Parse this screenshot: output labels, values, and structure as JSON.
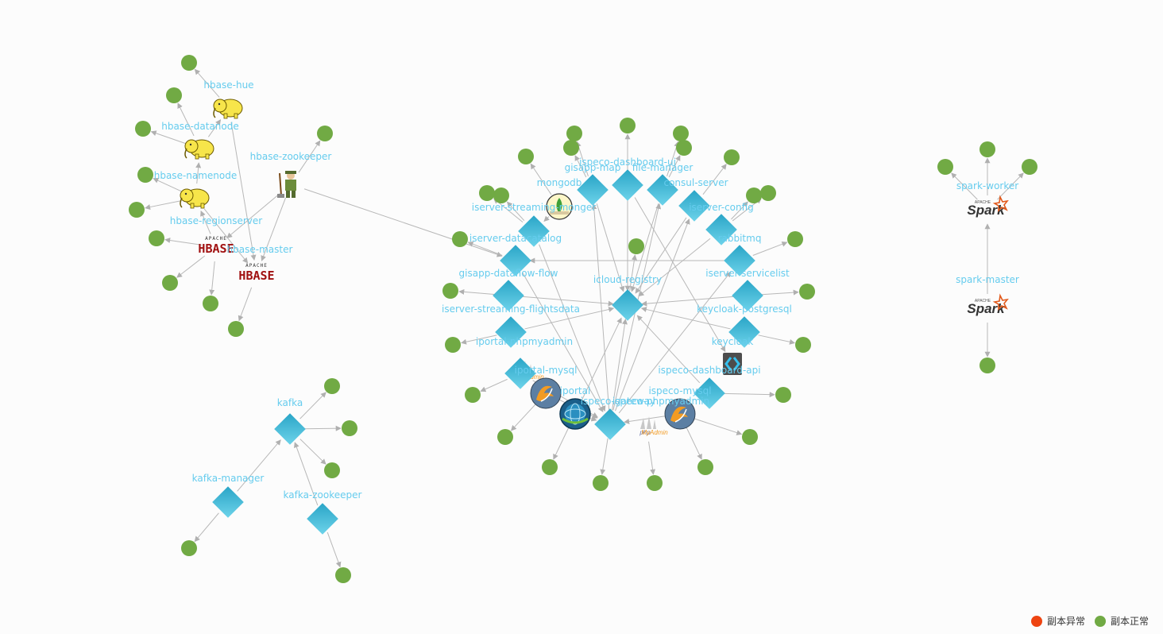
{
  "legend": {
    "abnormal_label": "副本异常",
    "normal_label": "副本正常",
    "abnormal_color": "#ee4411",
    "normal_color": "#71aa44"
  },
  "colors": {
    "diamond_from": "#2aa5c7",
    "diamond_to": "#6dd3ea",
    "replica": "#71aa44",
    "edge": "#b8b8b8",
    "label": "#66ccee"
  },
  "services": [
    {
      "id": "hbase-hue",
      "label": "hbase-hue",
      "icon": "hadoop-elephant-icon"
    },
    {
      "id": "hbase-datanode",
      "label": "hbase-datanode",
      "icon": "hadoop-elephant-icon"
    },
    {
      "id": "hbase-namenode",
      "label": "hbase-namenode",
      "icon": "hadoop-elephant-icon"
    },
    {
      "id": "hbase-zookeeper",
      "label": "hbase-zookeeper",
      "icon": "zookeeper-keeper-icon"
    },
    {
      "id": "hbase-regionserver",
      "label": "hbase-regionserver",
      "icon": "hbase-logo-icon"
    },
    {
      "id": "hbase-master",
      "label": "hbase-master",
      "icon": "hbase-logo-icon"
    },
    {
      "id": "kafka",
      "label": "kafka",
      "icon": "diamond"
    },
    {
      "id": "kafka-manager",
      "label": "kafka-manager",
      "icon": "diamond"
    },
    {
      "id": "kafka-zookeeper",
      "label": "kafka-zookeeper",
      "icon": "diamond"
    },
    {
      "id": "spark-worker",
      "label": "spark-worker",
      "icon": "spark-logo-icon"
    },
    {
      "id": "spark-master",
      "label": "spark-master",
      "icon": "spark-logo-icon"
    },
    {
      "id": "icloud-registry",
      "label": "icloud-registry",
      "icon": "diamond"
    },
    {
      "id": "gisapp-map",
      "label": "gisapp-map",
      "icon": "diamond"
    },
    {
      "id": "ispeco-dashboard-ui",
      "label": "ispeco-dashboard-ui",
      "icon": "diamond"
    },
    {
      "id": "file-manager",
      "label": "file-manager",
      "icon": "diamond"
    },
    {
      "id": "consul-server",
      "label": "consul-server",
      "icon": "diamond"
    },
    {
      "id": "mongodb",
      "label": "mongodb",
      "icon": "mongodb-leaf-icon"
    },
    {
      "id": "iserver-streaming-monger",
      "label": "iserver-streaming-monger",
      "icon": "diamond"
    },
    {
      "id": "iserver-config",
      "label": "iserver-config",
      "icon": "diamond"
    },
    {
      "id": "iserver-datacatalog",
      "label": "iserver-datacatalog",
      "icon": "diamond"
    },
    {
      "id": "rabbitmq",
      "label": "rabbitmq",
      "icon": "diamond"
    },
    {
      "id": "iserver-servicelist",
      "label": "iserver-servicelist",
      "icon": "diamond"
    },
    {
      "id": "gisapp-dataflow-flow",
      "label": "gisapp-dataflow-flow",
      "icon": "diamond"
    },
    {
      "id": "iserver-streaming-flightsdata",
      "label": "iserver-streaming-flightsdata",
      "icon": "diamond"
    },
    {
      "id": "keycloak-postgresql",
      "label": "keycloak-postgresql",
      "icon": "diamond"
    },
    {
      "id": "iportal-phpmyadmin",
      "label": "iportal-phpmyadmin",
      "icon": "diamond"
    },
    {
      "id": "keycloak",
      "label": "keycloak",
      "icon": "keycloak-icon"
    },
    {
      "id": "iportal-mysql",
      "label": "iportal-mysql",
      "icon": "mysql-dolphin-icon"
    },
    {
      "id": "ispeco-dashboard-api",
      "label": "ispeco-dashboard-api",
      "icon": "diamond"
    },
    {
      "id": "iportal",
      "label": "iportal",
      "icon": "iportal-globe-icon"
    },
    {
      "id": "ispeco-gateway",
      "label": "ispeco-gateway",
      "icon": "diamond"
    },
    {
      "id": "ispeco-mysql",
      "label": "ispeco-mysql",
      "icon": "mysql-dolphin-icon"
    },
    {
      "id": "ispeco-phpmyadmin",
      "label": "ispeco-phpmyadmin",
      "icon": "phpmyadmin-icon"
    }
  ],
  "replica_counts": [
    {
      "service": "hbase-hue",
      "replicas": 1
    },
    {
      "service": "hbase-datanode",
      "replicas": 2
    },
    {
      "service": "hbase-namenode",
      "replicas": 2
    },
    {
      "service": "hbase-zookeeper",
      "replicas": 1
    },
    {
      "service": "hbase-regionserver",
      "replicas": 3
    },
    {
      "service": "hbase-master",
      "replicas": 1
    },
    {
      "service": "kafka",
      "replicas": 3
    },
    {
      "service": "kafka-manager",
      "replicas": 1
    },
    {
      "service": "kafka-zookeeper",
      "replicas": 1
    },
    {
      "service": "spark-worker",
      "replicas": 3
    },
    {
      "service": "spark-master",
      "replicas": 1
    },
    {
      "service": "icloud-registry",
      "replicas": 1
    }
  ]
}
